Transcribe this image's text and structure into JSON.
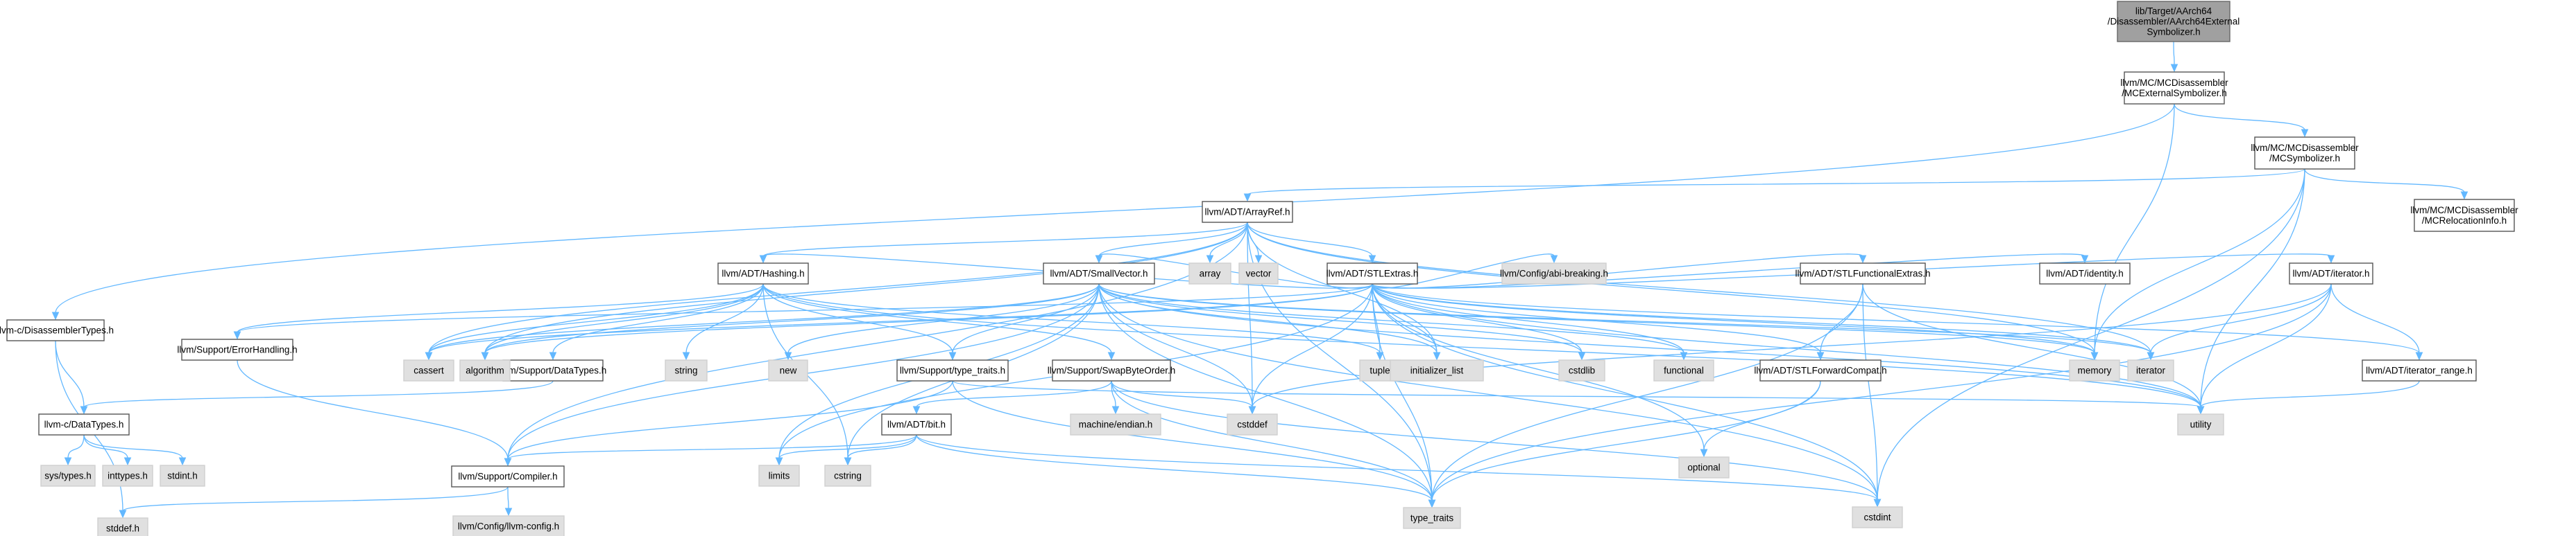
{
  "colors": {
    "edge": "#63b8ff",
    "root_fill": "#a0a0a0",
    "system_fill": "#e0e0e0",
    "node_fill": "#ffffff",
    "node_border": "#555555"
  },
  "nodes": [
    {
      "id": "root",
      "kind": "root",
      "lines": [
        "lib/Target/AArch64",
        "/Disassembler/AArch64External",
        "Symbolizer.h"
      ]
    },
    {
      "id": "mcext",
      "kind": "normal",
      "lines": [
        "llvm/MC/MCDisassembler",
        "/MCExternalSymbolizer.h"
      ]
    },
    {
      "id": "mcsym",
      "kind": "normal",
      "lines": [
        "llvm/MC/MCDisassembler",
        "/MCSymbolizer.h"
      ]
    },
    {
      "id": "mcreloc",
      "kind": "normal",
      "lines": [
        "llvm/MC/MCDisassembler",
        "/MCRelocationInfo.h"
      ]
    },
    {
      "id": "disasmtypes",
      "kind": "normal",
      "lines": [
        "llvm-c/DisassemblerTypes.h"
      ]
    },
    {
      "id": "arrayref",
      "kind": "normal",
      "lines": [
        "llvm/ADT/ArrayRef.h"
      ]
    },
    {
      "id": "stlextras",
      "kind": "normal",
      "lines": [
        "llvm/ADT/STLExtras.h"
      ]
    },
    {
      "id": "hashing",
      "kind": "normal",
      "lines": [
        "llvm/ADT/Hashing.h"
      ]
    },
    {
      "id": "smallvector",
      "kind": "normal",
      "lines": [
        "llvm/ADT/SmallVector.h"
      ]
    },
    {
      "id": "stlfunc",
      "kind": "normal",
      "lines": [
        "llvm/ADT/STLFunctionalExtras.h"
      ]
    },
    {
      "id": "identity",
      "kind": "normal",
      "lines": [
        "llvm/ADT/identity.h"
      ]
    },
    {
      "id": "adtiterator",
      "kind": "normal",
      "lines": [
        "llvm/ADT/iterator.h"
      ]
    },
    {
      "id": "iterrange",
      "kind": "normal",
      "lines": [
        "llvm/ADT/iterator_range.h"
      ]
    },
    {
      "id": "stlfwd",
      "kind": "normal",
      "lines": [
        "llvm/ADT/STLForwardCompat.h"
      ]
    },
    {
      "id": "errorhandling",
      "kind": "normal",
      "lines": [
        "llvm/Support/ErrorHandling.h"
      ]
    },
    {
      "id": "datatypes",
      "kind": "normal",
      "lines": [
        "llvm/Support/DataTypes.h"
      ]
    },
    {
      "id": "typetraits_h",
      "kind": "normal",
      "lines": [
        "llvm/Support/type_traits.h"
      ]
    },
    {
      "id": "swapbyte",
      "kind": "normal",
      "lines": [
        "llvm/Support/SwapByteOrder.h"
      ]
    },
    {
      "id": "cdatatypes",
      "kind": "normal",
      "lines": [
        "llvm-c/DataTypes.h"
      ]
    },
    {
      "id": "bit",
      "kind": "normal",
      "lines": [
        "llvm/ADT/bit.h"
      ]
    },
    {
      "id": "compiler",
      "kind": "normal",
      "lines": [
        "llvm/Support/Compiler.h"
      ]
    },
    {
      "id": "array",
      "kind": "sys",
      "lines": [
        "array"
      ]
    },
    {
      "id": "vector",
      "kind": "sys",
      "lines": [
        "vector"
      ]
    },
    {
      "id": "abibreaking",
      "kind": "sys",
      "lines": [
        "llvm/Config/abi-breaking.h"
      ]
    },
    {
      "id": "cassert",
      "kind": "sys",
      "lines": [
        "cassert"
      ]
    },
    {
      "id": "algorithm",
      "kind": "sys",
      "lines": [
        "algorithm"
      ]
    },
    {
      "id": "string",
      "kind": "sys",
      "lines": [
        "string"
      ]
    },
    {
      "id": "new",
      "kind": "sys",
      "lines": [
        "new"
      ]
    },
    {
      "id": "tuple",
      "kind": "sys",
      "lines": [
        "tuple"
      ]
    },
    {
      "id": "initlist",
      "kind": "sys",
      "lines": [
        "initializer_list"
      ]
    },
    {
      "id": "cstdlib",
      "kind": "sys",
      "lines": [
        "cstdlib"
      ]
    },
    {
      "id": "functional",
      "kind": "sys",
      "lines": [
        "functional"
      ]
    },
    {
      "id": "memory",
      "kind": "sys",
      "lines": [
        "memory"
      ]
    },
    {
      "id": "iterator",
      "kind": "sys",
      "lines": [
        "iterator"
      ]
    },
    {
      "id": "utility",
      "kind": "sys",
      "lines": [
        "utility"
      ]
    },
    {
      "id": "optional",
      "kind": "sys",
      "lines": [
        "optional"
      ]
    },
    {
      "id": "cstddef",
      "kind": "sys",
      "lines": [
        "cstddef"
      ]
    },
    {
      "id": "machineendian",
      "kind": "sys",
      "lines": [
        "machine/endian.h"
      ]
    },
    {
      "id": "typetraits",
      "kind": "sys",
      "lines": [
        "type_traits"
      ]
    },
    {
      "id": "cstdint",
      "kind": "sys",
      "lines": [
        "cstdint"
      ]
    },
    {
      "id": "limits",
      "kind": "sys",
      "lines": [
        "limits"
      ]
    },
    {
      "id": "cstring",
      "kind": "sys",
      "lines": [
        "cstring"
      ]
    },
    {
      "id": "systypes",
      "kind": "sys",
      "lines": [
        "sys/types.h"
      ]
    },
    {
      "id": "inttypes",
      "kind": "sys",
      "lines": [
        "inttypes.h"
      ]
    },
    {
      "id": "stdint",
      "kind": "sys",
      "lines": [
        "stdint.h"
      ]
    },
    {
      "id": "stddef",
      "kind": "sys",
      "lines": [
        "stddef.h"
      ]
    },
    {
      "id": "llvmconfig",
      "kind": "sys",
      "lines": [
        "llvm/Config/llvm-config.h"
      ]
    }
  ],
  "edges": [
    [
      "root",
      "mcext"
    ],
    [
      "mcext",
      "mcsym"
    ],
    [
      "mcext",
      "disasmtypes"
    ],
    [
      "mcext",
      "memory"
    ],
    [
      "mcsym",
      "arrayref"
    ],
    [
      "mcsym",
      "mcreloc"
    ],
    [
      "mcsym",
      "memory"
    ],
    [
      "mcsym",
      "utility"
    ],
    [
      "mcsym",
      "cstdint"
    ],
    [
      "disasmtypes",
      "cdatatypes"
    ],
    [
      "disasmtypes",
      "stddef"
    ],
    [
      "arrayref",
      "stlextras"
    ],
    [
      "arrayref",
      "hashing"
    ],
    [
      "arrayref",
      "smallvector"
    ],
    [
      "arrayref",
      "compiler"
    ],
    [
      "arrayref",
      "array"
    ],
    [
      "arrayref",
      "vector"
    ],
    [
      "arrayref",
      "cassert"
    ],
    [
      "arrayref",
      "algorithm"
    ],
    [
      "arrayref",
      "cstddef"
    ],
    [
      "arrayref",
      "initlist"
    ],
    [
      "arrayref",
      "iterator"
    ],
    [
      "arrayref",
      "memory"
    ],
    [
      "arrayref",
      "typetraits"
    ],
    [
      "stlextras",
      "abibreaking"
    ],
    [
      "stlextras",
      "hashing"
    ],
    [
      "stlextras",
      "smallvector"
    ],
    [
      "stlextras",
      "stlfunc"
    ],
    [
      "stlextras",
      "identity"
    ],
    [
      "stlextras",
      "adtiterator"
    ],
    [
      "stlextras",
      "iterrange"
    ],
    [
      "stlextras",
      "stlfwd"
    ],
    [
      "stlextras",
      "errorhandling"
    ],
    [
      "stlextras",
      "cassert"
    ],
    [
      "stlextras",
      "algorithm"
    ],
    [
      "stlextras",
      "tuple"
    ],
    [
      "stlextras",
      "initlist"
    ],
    [
      "stlextras",
      "cstdlib"
    ],
    [
      "stlextras",
      "functional"
    ],
    [
      "stlextras",
      "memory"
    ],
    [
      "stlextras",
      "iterator"
    ],
    [
      "stlextras",
      "utility"
    ],
    [
      "stlextras",
      "optional"
    ],
    [
      "stlextras",
      "cstddef"
    ],
    [
      "stlextras",
      "typetraits"
    ],
    [
      "stlextras",
      "cstdint"
    ],
    [
      "stlextras",
      "limits"
    ],
    [
      "hashing",
      "errorhandling"
    ],
    [
      "hashing",
      "datatypes"
    ],
    [
      "hashing",
      "typetraits_h"
    ],
    [
      "hashing",
      "swapbyte"
    ],
    [
      "hashing",
      "cassert"
    ],
    [
      "hashing",
      "algorithm"
    ],
    [
      "hashing",
      "string"
    ],
    [
      "hashing",
      "tuple"
    ],
    [
      "hashing",
      "utility"
    ],
    [
      "hashing",
      "cstring"
    ],
    [
      "smallvector",
      "compiler"
    ],
    [
      "smallvector",
      "typetraits_h"
    ],
    [
      "smallvector",
      "algorithm"
    ],
    [
      "smallvector",
      "cassert"
    ],
    [
      "smallvector",
      "new"
    ],
    [
      "smallvector",
      "initlist"
    ],
    [
      "smallvector",
      "cstdlib"
    ],
    [
      "smallvector",
      "functional"
    ],
    [
      "smallvector",
      "iterator"
    ],
    [
      "smallvector",
      "memory"
    ],
    [
      "smallvector",
      "utility"
    ],
    [
      "smallvector",
      "cstddef"
    ],
    [
      "smallvector",
      "typetraits"
    ],
    [
      "smallvector",
      "cstdint"
    ],
    [
      "smallvector",
      "limits"
    ],
    [
      "smallvector",
      "cstring"
    ],
    [
      "stlfunc",
      "stlfwd"
    ],
    [
      "stlfunc",
      "cstdint"
    ],
    [
      "stlfunc",
      "typetraits"
    ],
    [
      "stlfunc",
      "utility"
    ],
    [
      "adtiterator",
      "iterrange"
    ],
    [
      "adtiterator",
      "iterator"
    ],
    [
      "adtiterator",
      "cstddef"
    ],
    [
      "adtiterator",
      "typetraits"
    ],
    [
      "adtiterator",
      "utility"
    ],
    [
      "iterrange",
      "utility"
    ],
    [
      "stlfwd",
      "optional"
    ],
    [
      "stlfwd",
      "typetraits"
    ],
    [
      "errorhandling",
      "compiler"
    ],
    [
      "datatypes",
      "cdatatypes"
    ],
    [
      "typetraits_h",
      "compiler"
    ],
    [
      "typetraits_h",
      "typetraits"
    ],
    [
      "typetraits_h",
      "utility"
    ],
    [
      "swapbyte",
      "bit"
    ],
    [
      "swapbyte",
      "machineendian"
    ],
    [
      "swapbyte",
      "cstddef"
    ],
    [
      "swapbyte",
      "cstdint"
    ],
    [
      "swapbyte",
      "typetraits"
    ],
    [
      "cdatatypes",
      "systypes"
    ],
    [
      "cdatatypes",
      "inttypes"
    ],
    [
      "cdatatypes",
      "stdint"
    ],
    [
      "bit",
      "compiler"
    ],
    [
      "bit",
      "cstdint"
    ],
    [
      "bit",
      "limits"
    ],
    [
      "bit",
      "typetraits"
    ],
    [
      "bit",
      "cstring"
    ],
    [
      "compiler",
      "llvmconfig"
    ],
    [
      "compiler",
      "stddef"
    ]
  ]
}
